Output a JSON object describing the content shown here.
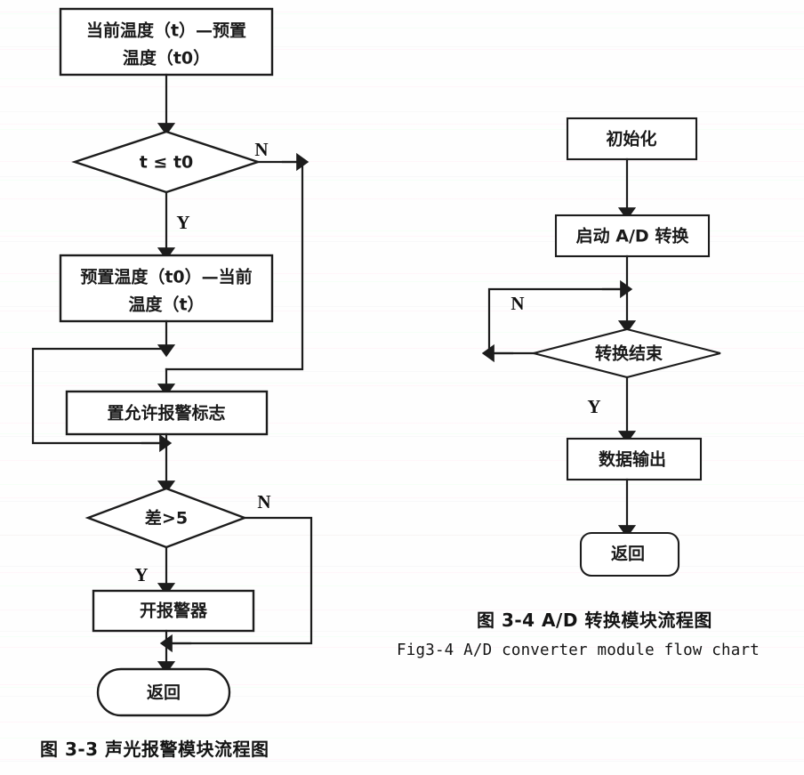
{
  "document": {
    "kind": "scanned-thesis-page",
    "figures": 2
  },
  "figure_left": {
    "id": "fig-3-3",
    "caption_cn": "图 3-3 声光报警模块流程图",
    "nodes": {
      "calc_diff": "当前温度（t）—预置\n温度（t0）",
      "calc_diff_line1": "当前温度（t）—预置",
      "calc_diff_line2": "温度（t0）",
      "decide_temp": "t ≤ t0",
      "calc_diff2_line1": "预置温度（t0）—当前",
      "calc_diff2_line2": "温度（t）",
      "set_flag": "置允许报警标志",
      "decide_delta": "差>5",
      "open_alarm": "开报警器",
      "return": "返回"
    },
    "branches": {
      "temp_no": "N",
      "temp_yes": "Y",
      "delta_no": "N",
      "delta_yes": "Y"
    }
  },
  "figure_right": {
    "id": "fig-3-4",
    "caption_cn": "图 3-4 A/D 转换模块流程图",
    "caption_en": "Fig3-4 A/D converter module flow chart",
    "nodes": {
      "init": "初始化",
      "start_ad": "启动 A/D 转换",
      "decide_done": "转换结束",
      "data_out": "数据输出",
      "return": "返回"
    },
    "branches": {
      "done_no": "N",
      "done_yes": "Y"
    }
  },
  "colors": {
    "ink": "#1c1c1c",
    "paper": "#fefefe"
  }
}
